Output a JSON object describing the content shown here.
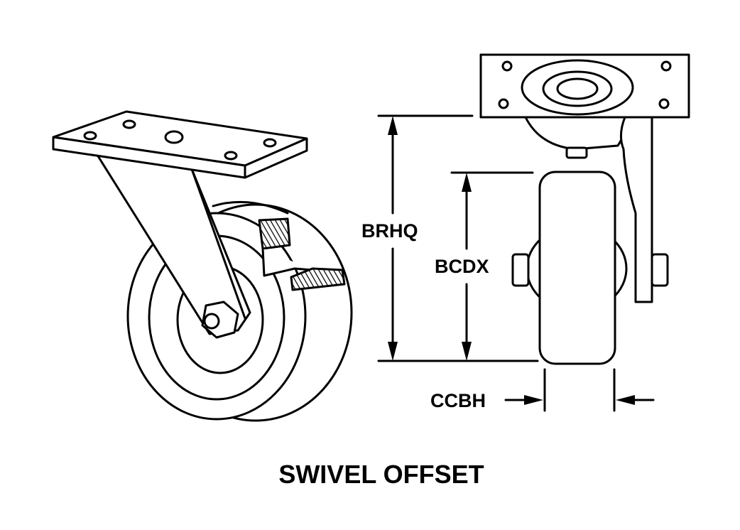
{
  "labels": {
    "overall_height": "BRHQ",
    "wheel_diameter": "BCDX",
    "wheel_width": "CCBH"
  },
  "title": "SWIVEL OFFSET",
  "colors": {
    "line": "#000000",
    "background": "#ffffff"
  }
}
